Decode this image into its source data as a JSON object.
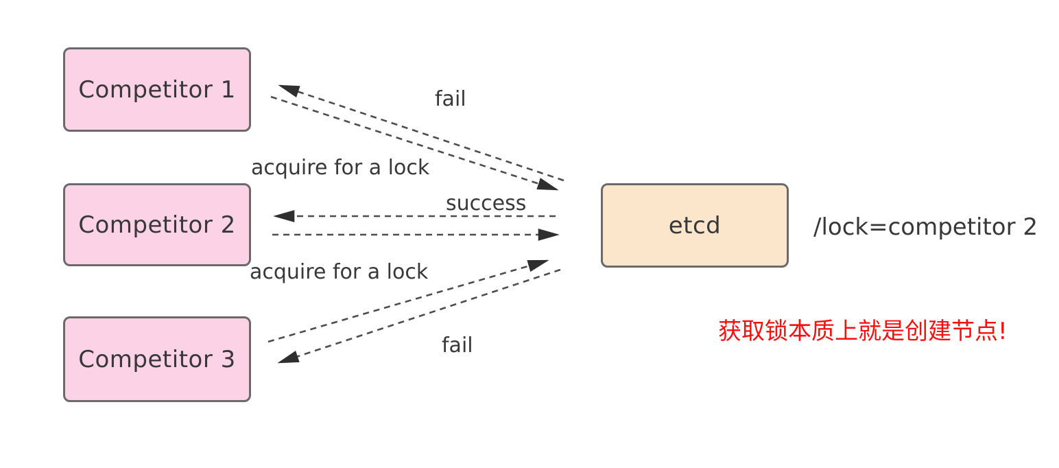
{
  "colors": {
    "page_bg": "#ffffff",
    "competitor_fill": "#fcd2e6",
    "etcd_fill": "#fbe5cb",
    "node_border": "#6a6a6a",
    "text": "#383838",
    "arrow": "#4d4d4d",
    "arrowhead": "#2f2f2f",
    "annotation_red": "#fb0f0c"
  },
  "nodes": {
    "competitor1": {
      "label": "Competitor 1"
    },
    "competitor2": {
      "label": "Competitor 2"
    },
    "competitor3": {
      "label": "Competitor 3"
    },
    "etcd": {
      "label": "etcd"
    }
  },
  "edge_labels": {
    "fail_top": "fail",
    "acquire_top": "acquire for a lock",
    "success": "success",
    "acquire_bottom": "acquire for a lock",
    "fail_bottom": "fail"
  },
  "annotations": {
    "lock_value": "/lock=competitor 2",
    "note_cn": "获取锁本质上就是创建节点!"
  }
}
